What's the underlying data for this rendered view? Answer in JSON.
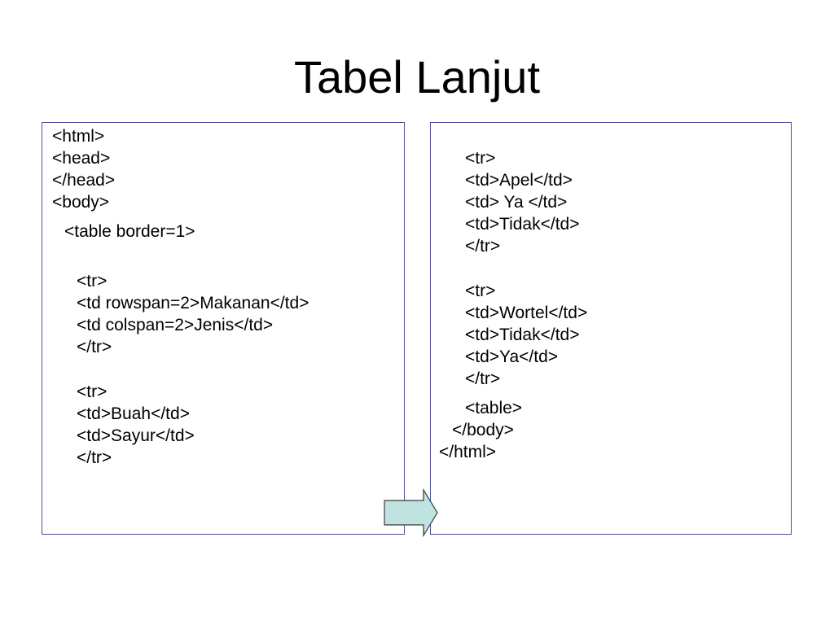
{
  "slide": {
    "title": "Tabel Lanjut"
  },
  "left_box": {
    "lines": [
      "<html>",
      "<head>",
      "</head>",
      "<body>",
      "<table border=1>",
      "<tr>",
      "<td rowspan=2>Makanan</td>",
      "<td colspan=2>Jenis</td>",
      "</tr>",
      "<tr>",
      "<td>Buah</td>",
      "<td>Sayur</td>",
      "</tr>"
    ]
  },
  "right_box": {
    "lines": [
      "<tr>",
      "<td>Apel</td>",
      "<td> Ya </td>",
      "<td>Tidak</td>",
      "</tr>",
      "<tr>",
      "<td>Wortel</td>",
      "<td>Tidak</td>",
      "<td>Ya</td>",
      "</tr>",
      "<table>",
      "</body>",
      "</html>"
    ]
  },
  "colors": {
    "box_border": "#4f4fa0",
    "arrow_fill": "#bfe3e0",
    "arrow_stroke": "#3a3a3a"
  },
  "icons": {
    "arrow": "right-arrow-icon"
  }
}
